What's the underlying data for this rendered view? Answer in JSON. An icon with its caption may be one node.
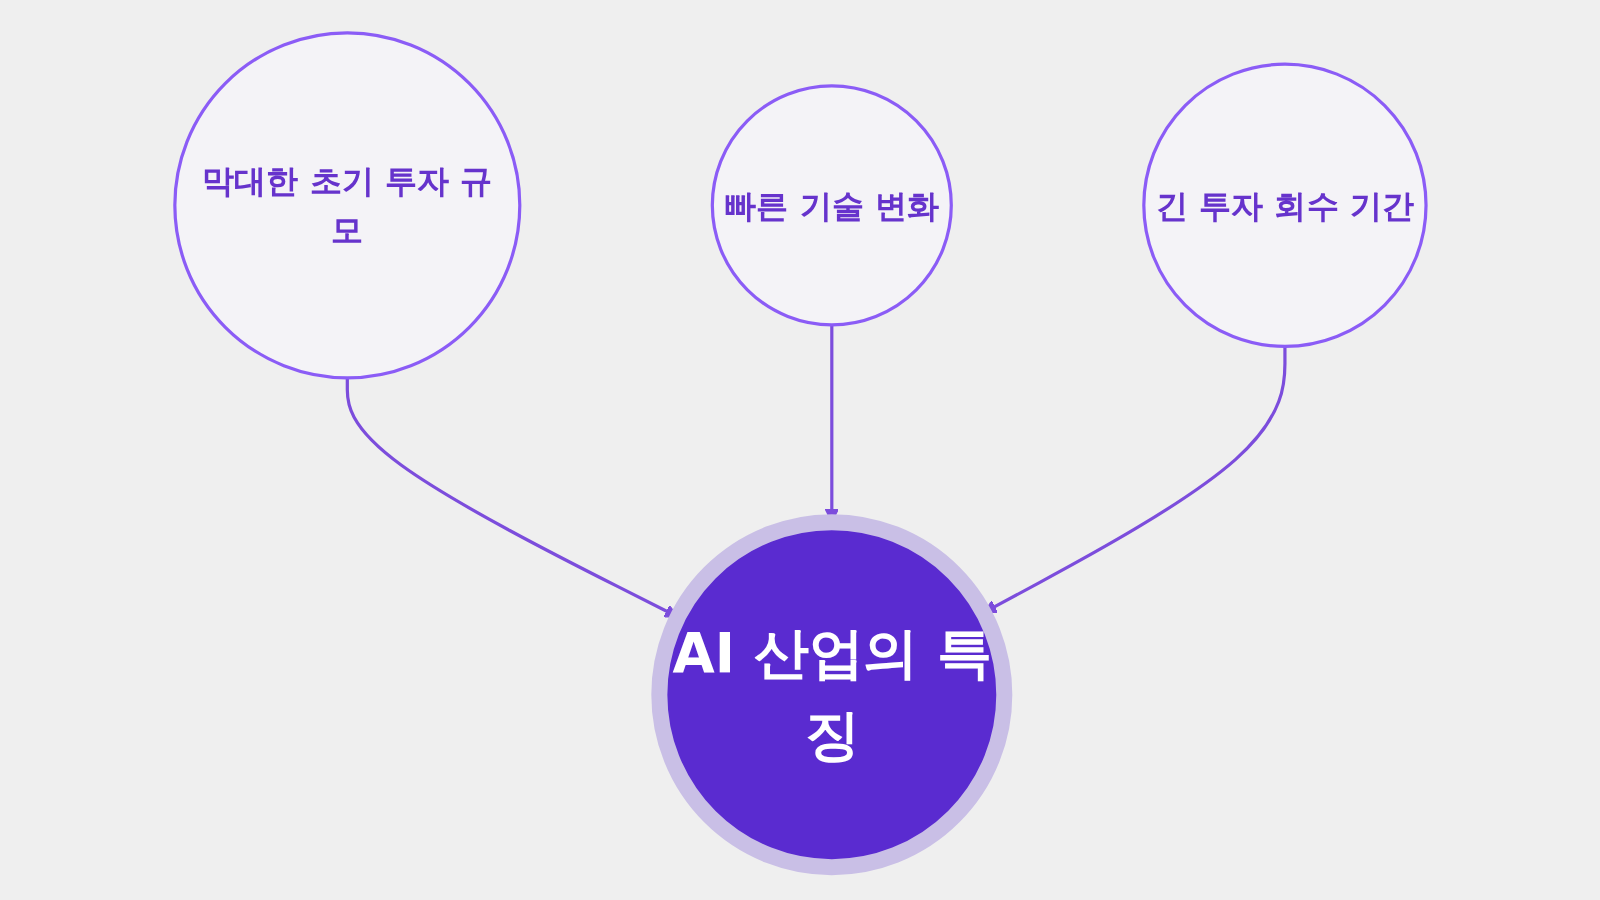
{
  "diagram": {
    "nodes": [
      {
        "text": [
          "막대한 초기 투자 규모"
        ]
      },
      {
        "text": [
          "AI 산업의 특징"
        ]
      },
      {
        "text": [
          "빠른 기술 변화"
        ]
      },
      {
        "text": [
          "긴 투자 회수 기간"
        ]
      }
    ],
    "edges": [
      {
        "from": 0,
        "to": 1,
        "arrow": "to"
      },
      {
        "from": 2,
        "to": 1,
        "arrow": "to"
      },
      {
        "from": 3,
        "to": 1,
        "arrow": "to"
      }
    ]
  }
}
